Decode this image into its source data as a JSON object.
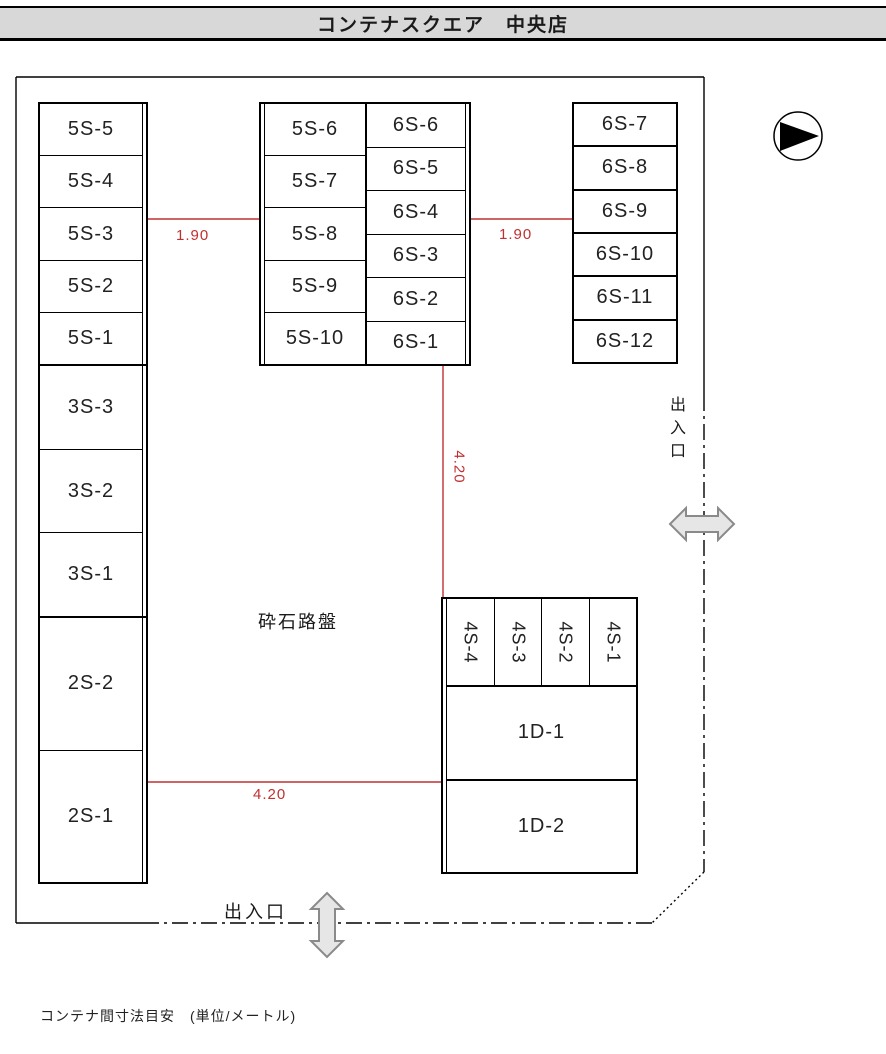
{
  "title": "コンテナスクエア　中央店",
  "caption": "コンテナ間寸法目安　(単位/メートル)",
  "ground_label": "砕石路盤",
  "entrances": {
    "right_label": "出入口",
    "bottom_label": "出入口"
  },
  "dimensions": {
    "left_gap": "1.90",
    "right_gap": "1.90",
    "vertical_gap": "4.20",
    "bottom_gap": "4.20"
  },
  "blocks": {
    "left": [
      [
        "5S-5",
        "5S-4",
        "5S-3",
        "5S-2",
        "5S-1"
      ],
      [
        "3S-3",
        "3S-2",
        "3S-1"
      ],
      [
        "2S-2",
        "2S-1"
      ]
    ],
    "middle_left": [
      "5S-6",
      "5S-7",
      "5S-8",
      "5S-9",
      "5S-10"
    ],
    "middle_right": [
      "6S-6",
      "6S-5",
      "6S-4",
      "6S-3",
      "6S-2",
      "6S-1"
    ],
    "right": [
      "6S-7",
      "6S-8",
      "6S-9",
      "6S-10",
      "6S-11",
      "6S-12"
    ],
    "bottom_small": [
      "4S-4",
      "4S-3",
      "4S-2",
      "4S-1"
    ],
    "bottom_large": [
      "1D-1",
      "1D-2"
    ]
  },
  "icons": {
    "direction": "right-triangle-in-circle",
    "entrance_right": "double-arrow-horizontal",
    "entrance_bottom": "double-arrow-vertical"
  },
  "colors": {
    "dimension_red": "#c03030",
    "outline_black": "#000000",
    "titlebar_bg": "#d8d8d8",
    "arrow_fill": "#e6e6e6",
    "arrow_stroke": "#8a8a8a"
  }
}
